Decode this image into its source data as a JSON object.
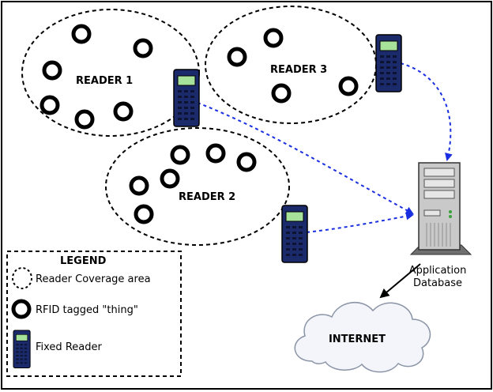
{
  "zones": {
    "reader1": "READER 1",
    "reader2": "READER 2",
    "reader3": "READER 3"
  },
  "server": {
    "line1": "Application",
    "line2": "Database"
  },
  "internet": "INTERNET",
  "legend": {
    "title": "LEGEND",
    "coverage": "Reader Coverage area",
    "tag": "RFID tagged \"thing\"",
    "reader": "Fixed Reader"
  },
  "colors": {
    "link": "#1a2fe0",
    "reader_body": "#1b2a6b",
    "reader_screen": "#a6e29a",
    "cloud_fill": "#f3f5fa",
    "cloud_stroke": "#8a94a6"
  }
}
